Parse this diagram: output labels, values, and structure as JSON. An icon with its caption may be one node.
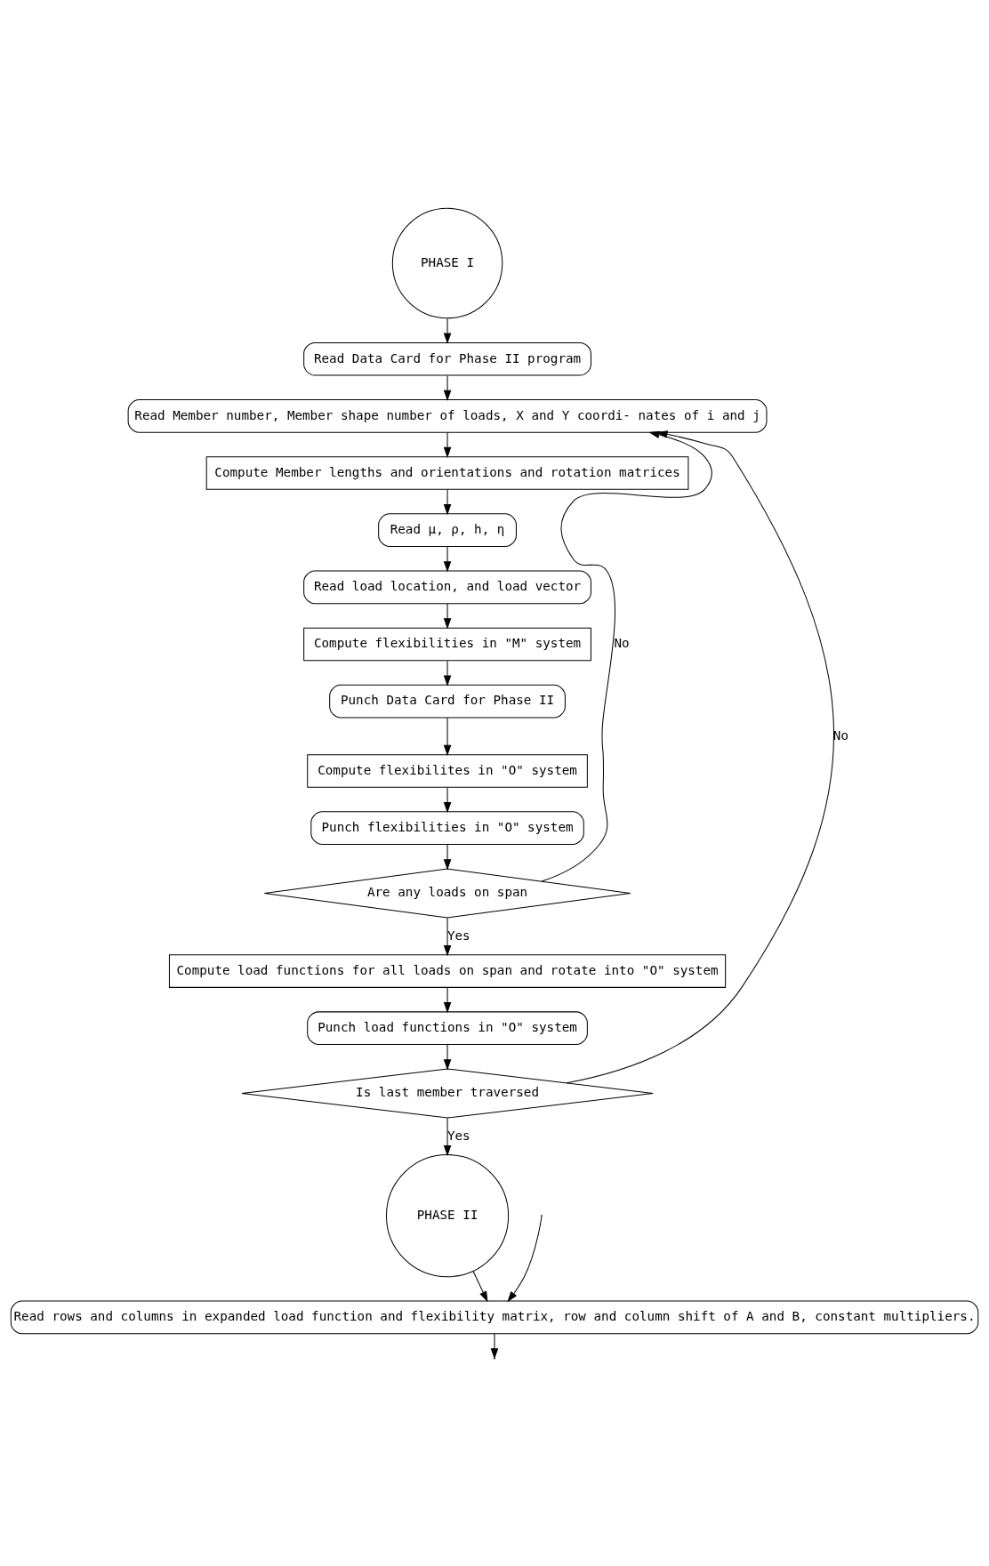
{
  "diagram": {
    "nodes": [
      {
        "text": [
          "PHASE I"
        ]
      },
      {
        "text": [
          "Read Data Card for Phase II program"
        ]
      },
      {
        "text": [
          "Read Member number, Member shape number of loads, X and Y coordi- nates of i and j"
        ]
      },
      {
        "text": [
          "Compute Member lengths and orientations and rotation matrices"
        ]
      },
      {
        "text": [
          "Read μ, ρ, h, η"
        ]
      },
      {
        "text": [
          "Read load location, and load vector"
        ]
      },
      {
        "text": [
          "Compute flexibilities in \"M\" system"
        ]
      },
      {
        "text": [
          "Punch Data Card for Phase II"
        ]
      },
      {
        "text": [
          "Compute flexibilites in \"O\" system"
        ]
      },
      {
        "text": [
          "Punch flexibilities in \"O\" system"
        ]
      },
      {
        "text": [
          "Are any loads on span"
        ]
      },
      {
        "text": [
          "Compute load functions for all loads on span and rotate into \"O\" system"
        ]
      },
      {
        "text": [
          "Punch load functions in \"O\" system"
        ]
      },
      {
        "text": [
          "Is last member traversed"
        ]
      },
      {
        "text": [
          "PHASE II"
        ]
      },
      {
        "text": [
          "Read rows and columns in expanded load function and flexibility matrix, row and column shift of A and B, constant multipliers."
        ]
      }
    ],
    "edges": [
      {
        "from": 0,
        "to": 1,
        "arrow": "to"
      },
      {
        "from": 1,
        "to": 2,
        "arrow": "to"
      },
      {
        "from": 2,
        "to": 3,
        "arrow": "to"
      },
      {
        "from": 3,
        "to": 4,
        "arrow": "to"
      },
      {
        "from": 4,
        "to": 5,
        "arrow": "to"
      },
      {
        "from": 5,
        "to": 6,
        "arrow": "to"
      },
      {
        "from": 6,
        "to": 7,
        "arrow": "to"
      },
      {
        "from": 7,
        "to": 8,
        "arrow": "to"
      },
      {
        "from": 8,
        "to": 9,
        "arrow": "to"
      },
      {
        "from": 9,
        "to": 10,
        "arrow": "to"
      },
      {
        "from": 10,
        "to": 2,
        "arrow": "to",
        "label": "No"
      },
      {
        "from": 10,
        "to": 11,
        "arrow": "to",
        "label": "Yes"
      },
      {
        "from": 11,
        "to": 12,
        "arrow": "to"
      },
      {
        "from": 12,
        "to": 13,
        "arrow": "to"
      },
      {
        "from": 13,
        "to": 2,
        "arrow": "to",
        "label": "No"
      },
      {
        "from": 13,
        "to": 14,
        "arrow": "to",
        "label": "Yes"
      },
      {
        "from": 14,
        "to": 15,
        "arrow": "to"
      },
      {
        "from": null,
        "to": 15,
        "arrow": "to"
      },
      {
        "from": 15,
        "to": null,
        "arrow": "to"
      }
    ]
  }
}
